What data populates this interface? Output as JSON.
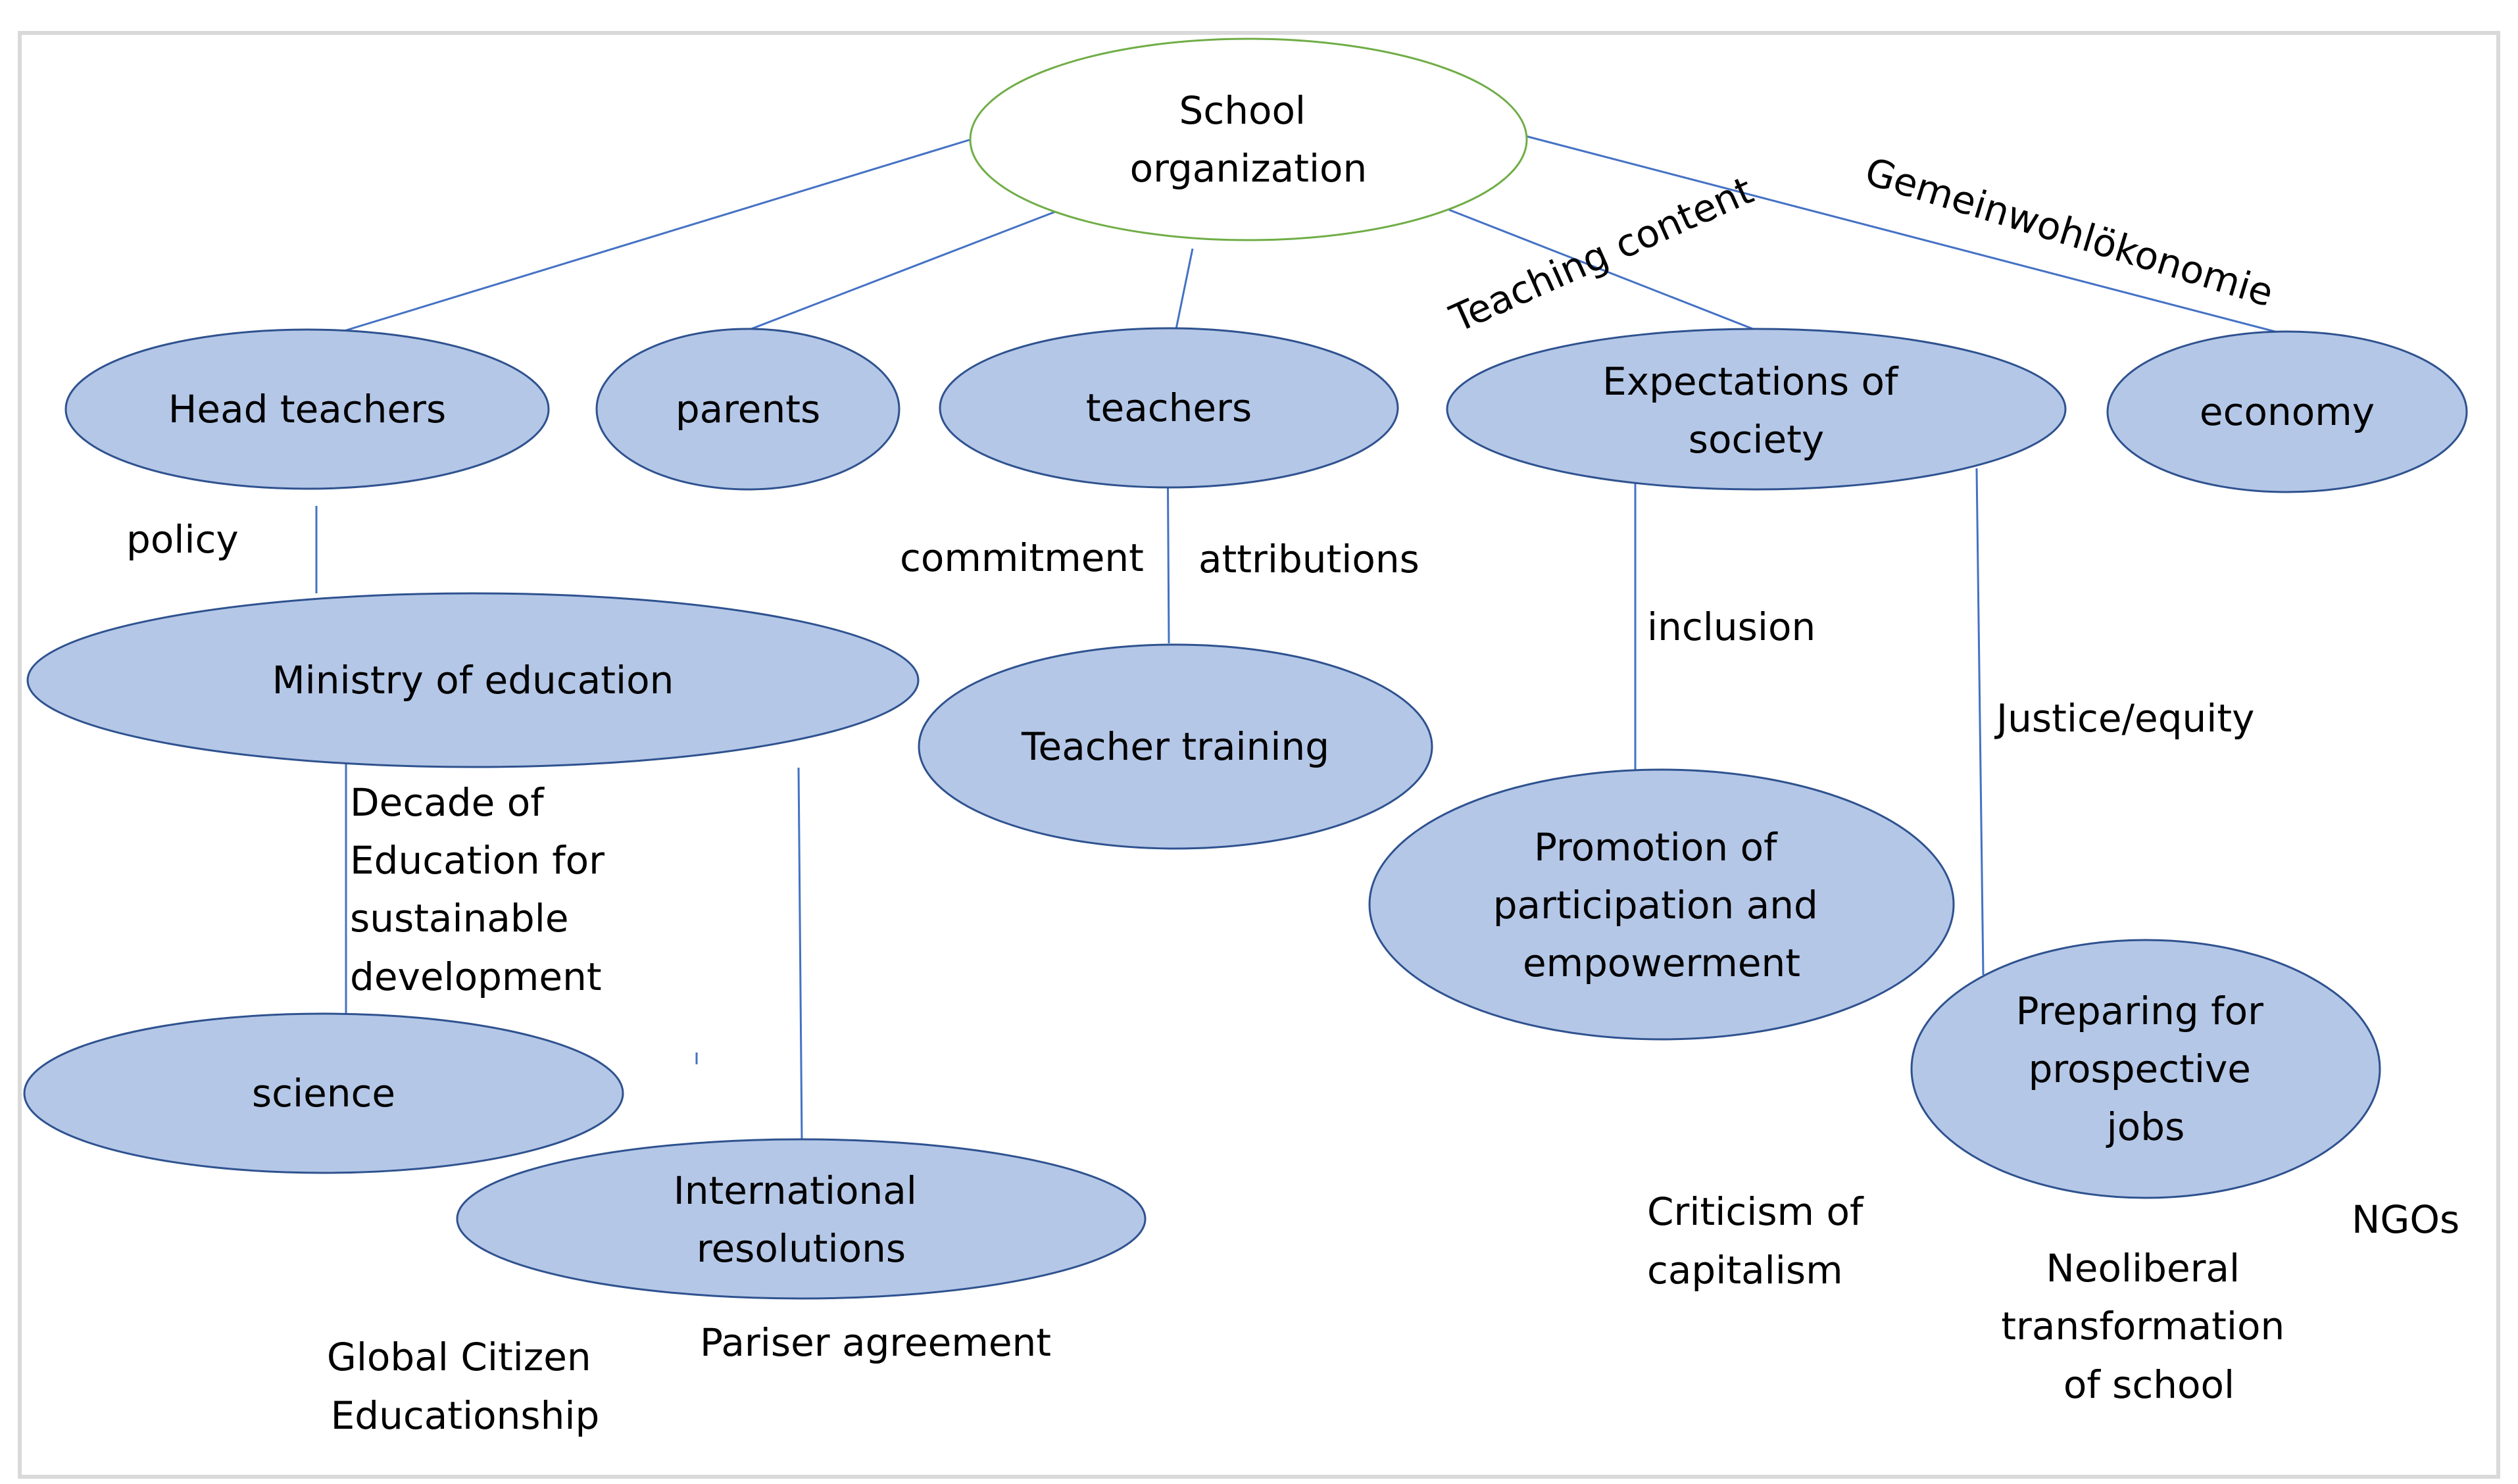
{
  "nodes": {
    "root": [
      "School",
      "organization"
    ],
    "head_teachers": [
      "Head teachers"
    ],
    "parents": [
      "parents"
    ],
    "teachers": [
      "teachers"
    ],
    "expectations": [
      "Expectations of",
      "society"
    ],
    "economy": [
      "economy"
    ],
    "ministry": [
      "Ministry of education"
    ],
    "teacher_training": [
      "Teacher training"
    ],
    "promotion": [
      "Promotion of",
      "participation and",
      "empowerment"
    ],
    "science": [
      "science"
    ],
    "international": [
      "International",
      "resolutions"
    ],
    "preparing": [
      "Preparing for",
      "prospective",
      "jobs"
    ]
  },
  "edge_labels": {
    "teaching_content": "Teaching content",
    "gemeinwohl": "Gemeinwohlökonomie",
    "policy": "policy",
    "commitment": "commitment",
    "attributions": "attributions",
    "inclusion": "inclusion",
    "justice": "Justice/equity",
    "decade": [
      "Decade of",
      "Education for",
      "sustainable",
      "development"
    ]
  },
  "free_labels": {
    "criticism": [
      "Criticism of",
      "capitalism"
    ],
    "ngos": [
      "NGOs"
    ],
    "neoliberal": [
      "Neoliberal",
      "transformation",
      "of school"
    ],
    "pariser": [
      "Pariser agreement"
    ],
    "global": [
      "Global Citizen",
      "Educationship"
    ]
  }
}
